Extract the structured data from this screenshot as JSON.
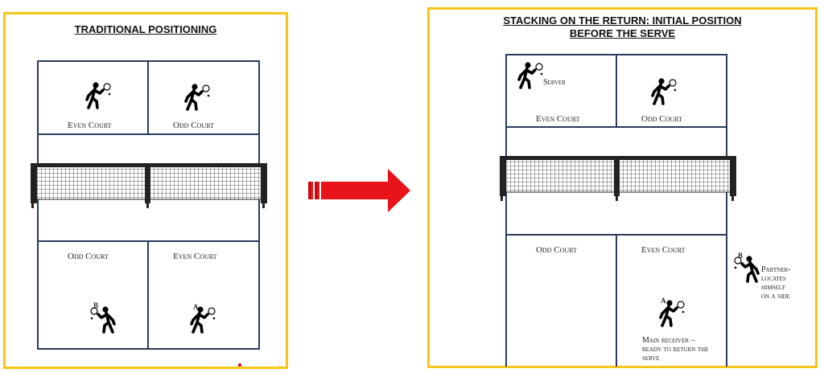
{
  "left_panel": {
    "title": "TRADITIONAL POSITIONING",
    "labels": {
      "top_left": "Even Court",
      "top_right": "Odd Court",
      "bottom_left": "Odd Court",
      "bottom_right": "Even Court"
    },
    "player_letters": {
      "bottom_left": "B",
      "bottom_right": "A"
    }
  },
  "right_panel": {
    "title_line1": "STACKING ON THE RETURN: INITIAL POSITION",
    "title_line2": "BEFORE THE SERVE",
    "labels": {
      "top_left": "Even Court",
      "top_right": "Odd Court",
      "bottom_left": "Odd Court",
      "bottom_right": "Even Court"
    },
    "server_label": "Server",
    "partner_label_lines": [
      "Partner-",
      "locates",
      "himself",
      "on a side"
    ],
    "receiver_label_lines": [
      "Main receiver –",
      "ready to return the",
      "serve"
    ],
    "player_letters": {
      "partner": "B",
      "receiver": "A"
    }
  },
  "colors": {
    "frame": "#f5c518",
    "court_lines": "#2a3b5c",
    "arrow": "#e8141a",
    "net": "#222222"
  }
}
